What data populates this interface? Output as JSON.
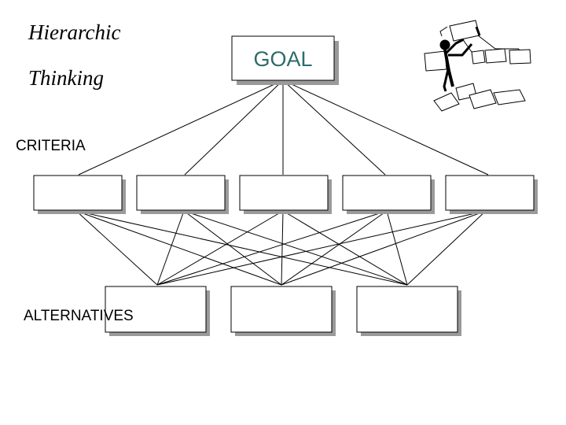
{
  "title": {
    "line1": "Hierarchic",
    "line2": "Thinking"
  },
  "goal": {
    "label": "GOAL"
  },
  "levels": {
    "criteria_label": "CRITERIA",
    "alternatives_label": "ALTERNATIVES"
  },
  "criteria": [
    "",
    "",
    "",
    "",
    ""
  ],
  "alternatives": [
    "",
    "",
    ""
  ],
  "colors": {
    "goal_text": "#2e6b6b",
    "box_fill": "#ffffff",
    "box_border": "#000000",
    "box_shadow": "#9a9a9a",
    "line": "#000000"
  },
  "illustration": {
    "icon": "person-holding-chart-clipart-icon"
  }
}
